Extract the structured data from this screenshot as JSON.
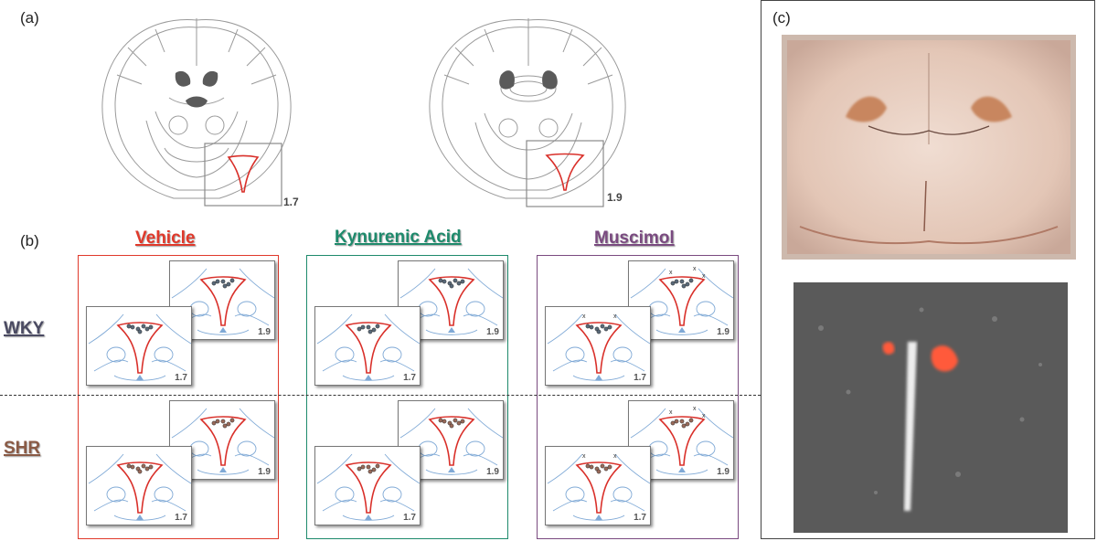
{
  "panels": {
    "a": "(a)",
    "b": "(b)",
    "c": "(c)"
  },
  "atlas": {
    "left_level": "1.7",
    "right_level": "1.9"
  },
  "groups": [
    {
      "title": "Vehicle",
      "color": "#e0392b"
    },
    {
      "title": "Kynurenic Acid",
      "color": "#1e8a6c"
    },
    {
      "title": "Muscimol",
      "color": "#7a4a80"
    }
  ],
  "rows": [
    {
      "label": "WKY",
      "color": "#4a4a62"
    },
    {
      "label": "SHR",
      "color": "#8a5a45"
    }
  ],
  "thumb_levels": {
    "front": "1.7",
    "back": "1.9"
  },
  "colors": {
    "outline_red": "#d9302a",
    "atlas_gray": "#9a9a9a",
    "atlas_fill": "#5a5a5a",
    "thumb_blue": "#7fa9d6",
    "tissue": "#e6cdbf",
    "fluor_bg": "#555555",
    "fluor_spot": "#ff5a3a"
  },
  "marker_legend": {
    "hit": "filled circle",
    "miss": "x"
  }
}
